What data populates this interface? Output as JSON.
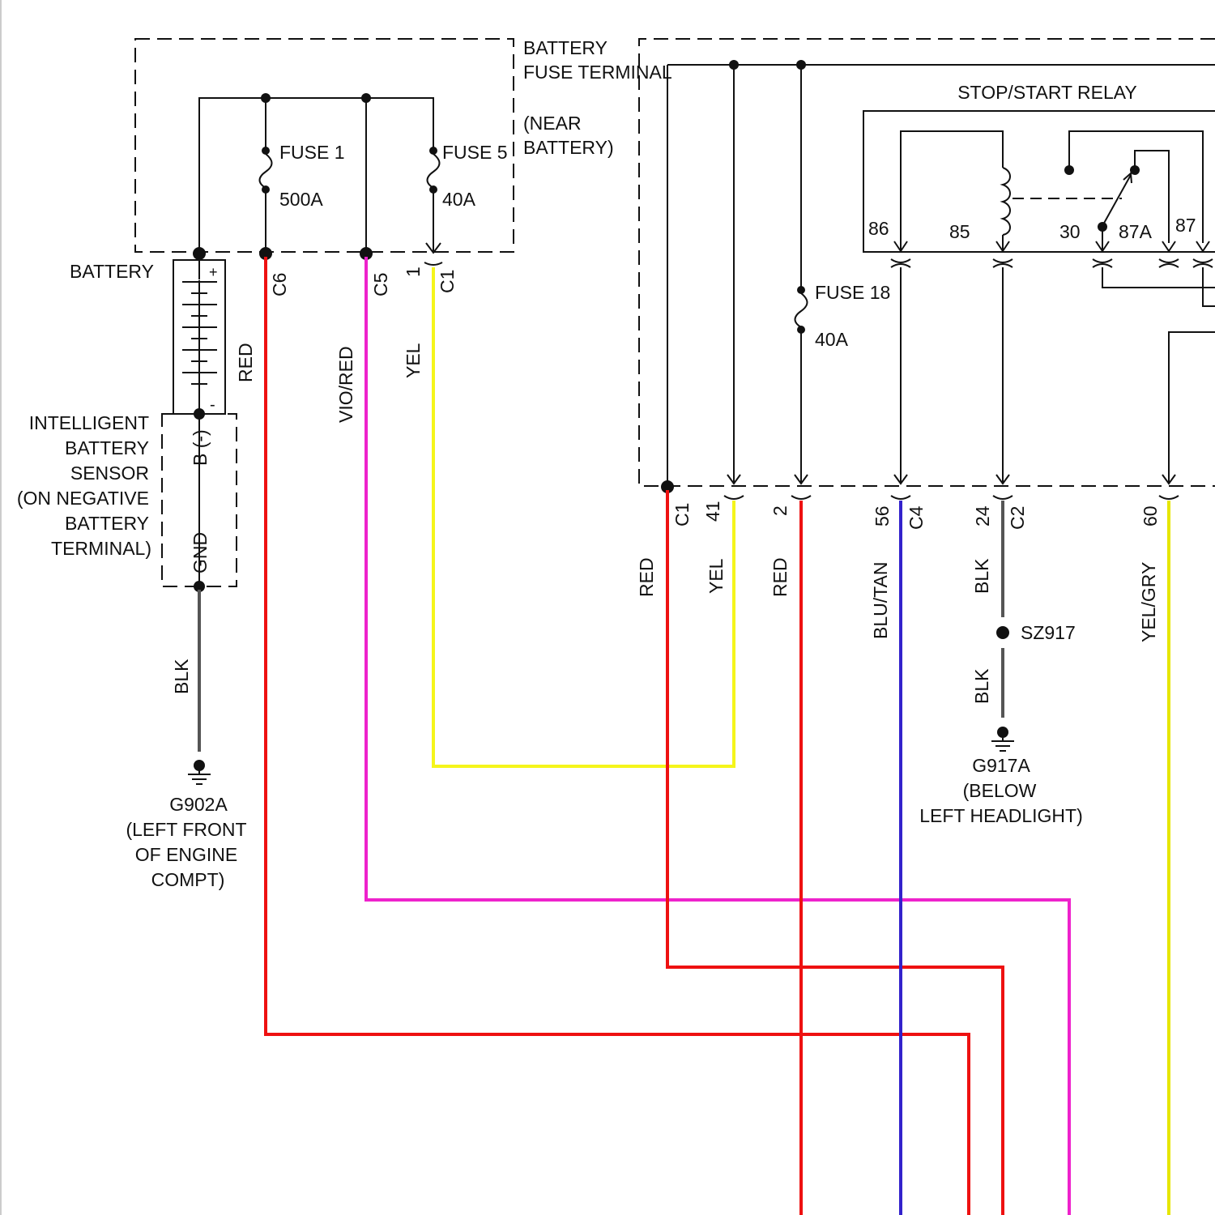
{
  "colors": {
    "RED": "#ee1111",
    "VIO_RED": "#ee22cc",
    "YEL": "#f5f51a",
    "YEL_GRY": "#e6e600",
    "BLU_TAN": "#3322cc",
    "BLK": "#555555",
    "outline": "#111111"
  },
  "battery_fuse_terminal": {
    "title_line1": "BATTERY",
    "title_line2": "FUSE TERMINAL",
    "loc_line1": "(NEAR",
    "loc_line2": "BATTERY)",
    "fuse1_name": "FUSE 1",
    "fuse1_rating": "500A",
    "fuse5_name": "FUSE 5",
    "fuse5_rating": "40A",
    "conn_c6": "C6",
    "conn_c5": "C5",
    "conn_c1": "C1",
    "pin_1": "1"
  },
  "battery": {
    "label": "BATTERY",
    "plus": "+",
    "minus": "-"
  },
  "sensor": {
    "line1": "INTELLIGENT",
    "line2": "BATTERY",
    "line3": "SENSOR",
    "line4": "(ON NEGATIVE",
    "line5": "BATTERY",
    "line6": "TERMINAL)",
    "pin_b": "B (-)",
    "pin_gnd": "GND"
  },
  "ground_g902a": {
    "name": "G902A",
    "line2": "(LEFT FRONT",
    "line3": "OF ENGINE",
    "line4": "COMPT)"
  },
  "ground_g917a": {
    "name": "G917A",
    "line2": "(BELOW",
    "line3": "LEFT HEADLIGHT)"
  },
  "splice": {
    "name": "SZ917"
  },
  "relay": {
    "title": "STOP/START RELAY",
    "pin86": "86",
    "pin85": "85",
    "pin30": "30",
    "pin87a": "87A",
    "pin87": "87"
  },
  "fuse18": {
    "name": "FUSE 18",
    "rating": "40A"
  },
  "module_pins": {
    "c1": "C1",
    "p41": "41",
    "p2": "2",
    "p56": "56",
    "c4": "C4",
    "p24": "24",
    "c2": "C2",
    "p60": "60"
  },
  "wire_labels": {
    "red_battery": "RED",
    "vio_red": "VIO/RED",
    "yel_fuse5": "YEL",
    "blk_sensor": "BLK",
    "red_c1": "RED",
    "yel_41": "YEL",
    "red_2": "RED",
    "blu_tan": "BLU/TAN",
    "blk_24": "BLK",
    "blk_splice": "BLK",
    "yel_gry": "YEL/GRY"
  }
}
